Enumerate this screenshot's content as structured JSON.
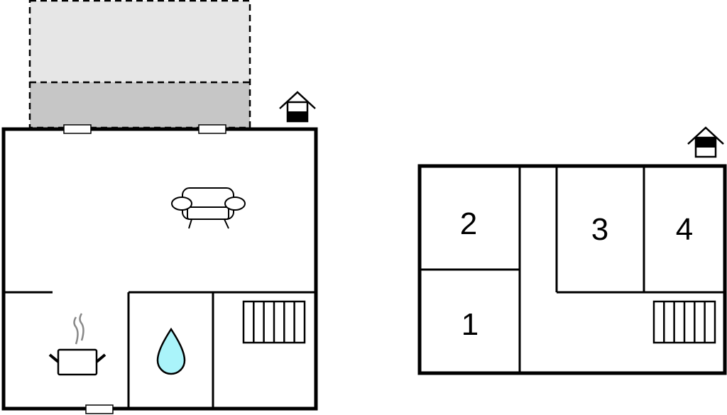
{
  "floors": [
    {
      "name": "ground-floor",
      "icon": "house-ground-floor-icon",
      "rooms": [
        {
          "type": "living-room",
          "icon": "sofa-icon"
        },
        {
          "type": "kitchen",
          "icon": "cooking-pot-icon"
        },
        {
          "type": "bathroom",
          "icon": "water-drop-icon"
        },
        {
          "type": "stairs",
          "icon": "stairs-icon"
        },
        {
          "type": "terrace"
        }
      ]
    },
    {
      "name": "upper-floor",
      "icon": "house-upper-floor-icon",
      "bedrooms": [
        "1",
        "2",
        "3",
        "4"
      ]
    }
  ],
  "colors": {
    "terrace_light": "#e6e6e6",
    "terrace_dark": "#c6c6c6",
    "water": "#aaf4fa"
  }
}
